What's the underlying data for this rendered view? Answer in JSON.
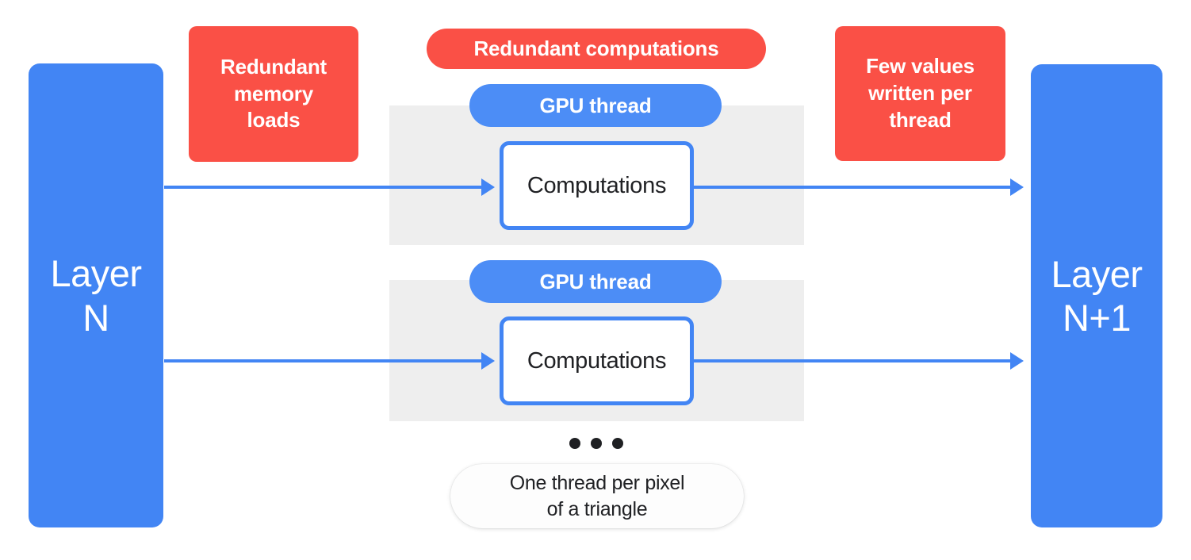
{
  "diagram": {
    "title": "GPU per-thread rendering pipeline between layers",
    "colors": {
      "blue": "#4285f4",
      "blue_pill": "#4c8df6",
      "red": "#fa5046",
      "grey_band": "#eeeeee",
      "text_dark": "#202124",
      "white": "#ffffff"
    }
  },
  "layers": {
    "input": {
      "label": "Layer\nN"
    },
    "output": {
      "label": "Layer\nN+1"
    }
  },
  "callouts": {
    "memory_loads": {
      "label": "Redundant\nmemory\nloads"
    },
    "computations": {
      "label": "Redundant computations"
    },
    "few_values": {
      "label": "Few values\nwritten per\nthread"
    }
  },
  "threads": [
    {
      "pill_label": "GPU thread",
      "box_label": "Computations"
    },
    {
      "pill_label": "GPU thread",
      "box_label": "Computations"
    }
  ],
  "ellipsis": {
    "dot_count": 3
  },
  "note": {
    "label": "One thread per pixel\nof a triangle"
  }
}
